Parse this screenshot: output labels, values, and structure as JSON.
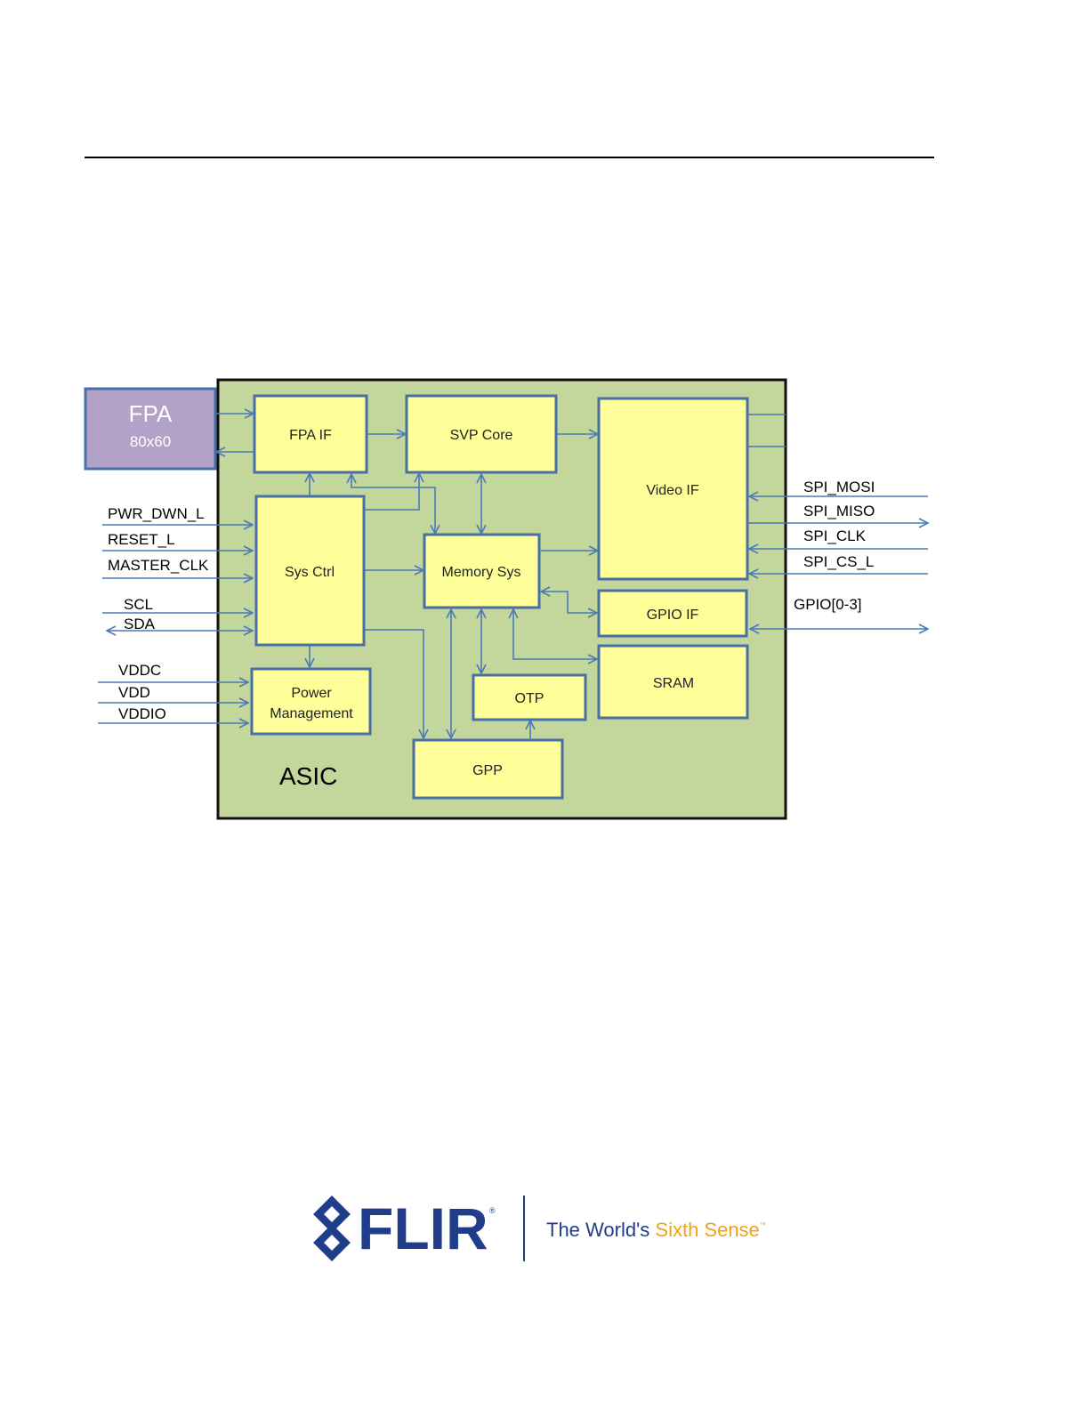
{
  "diagram": {
    "asic_label": "ASIC",
    "fpa": {
      "title": "FPA",
      "subtitle": "80x60"
    },
    "blocks": {
      "fpa_if": "FPA IF",
      "svp_core": "SVP Core",
      "video_if": "Video IF",
      "sys_ctrl": "Sys Ctrl",
      "memory_sys": "Memory Sys",
      "gpio_if": "GPIO IF",
      "power_mgmt_line1": "Power",
      "power_mgmt_line2": "Management",
      "otp": "OTP",
      "sram": "SRAM",
      "gpp": "GPP"
    },
    "left_pins": {
      "pwr_dwn": "PWR_DWN_L",
      "reset": "RESET_L",
      "master_clk": "MASTER_CLK",
      "scl": "SCL",
      "sda": "SDA",
      "vddc": "VDDC",
      "vdd": "VDD",
      "vddio": "VDDIO"
    },
    "right_pins": {
      "spi_mosi": "SPI_MOSI",
      "spi_miso": "SPI_MISO",
      "spi_clk": "SPI_CLK",
      "spi_cs": "SPI_CS_L",
      "gpio": "GPIO[0-3]"
    },
    "colors": {
      "asic_fill": "#c3d69b",
      "block_fill": "#ffff99",
      "fpa_fill": "#b3a2c7",
      "wire": "#4a7ab8"
    }
  },
  "footer": {
    "logo_text": "FLIR",
    "registered_mark": "®",
    "tagline_part1": "The World's ",
    "tagline_part2": "Sixth Sense",
    "trademark": "™"
  }
}
